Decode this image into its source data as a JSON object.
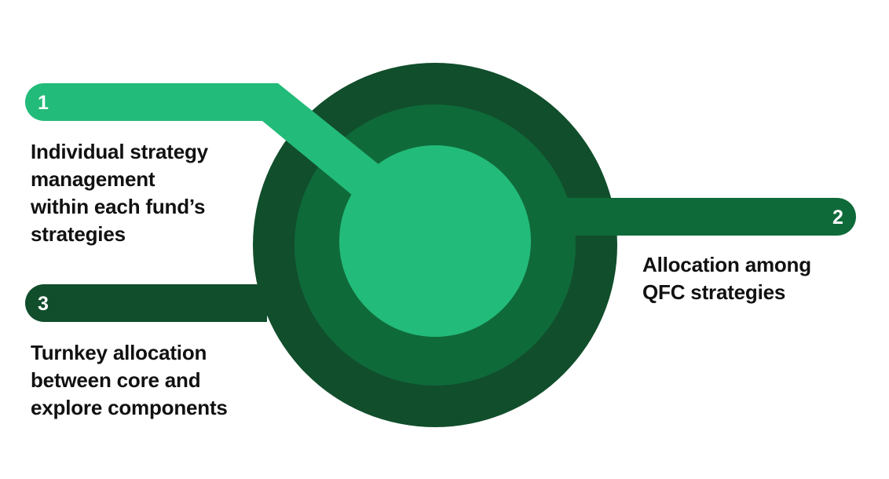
{
  "colors": {
    "outer_ring": "#114e2c",
    "middle_ring": "#0f6a3a",
    "inner_circle": "#23bb79",
    "pill_1": "#23bb79",
    "pill_2": "#0f6a3a",
    "pill_3": "#114e2c",
    "number_text": "#ffffff",
    "label_text": "#111111"
  },
  "items": [
    {
      "number": "1",
      "lines": [
        "Individual strategy",
        "management",
        "within each fund’s",
        "strategies"
      ]
    },
    {
      "number": "2",
      "lines": [
        "Allocation among",
        "QFC strategies"
      ]
    },
    {
      "number": "3",
      "lines": [
        "Turnkey allocation",
        "between core and",
        "explore components"
      ]
    }
  ]
}
